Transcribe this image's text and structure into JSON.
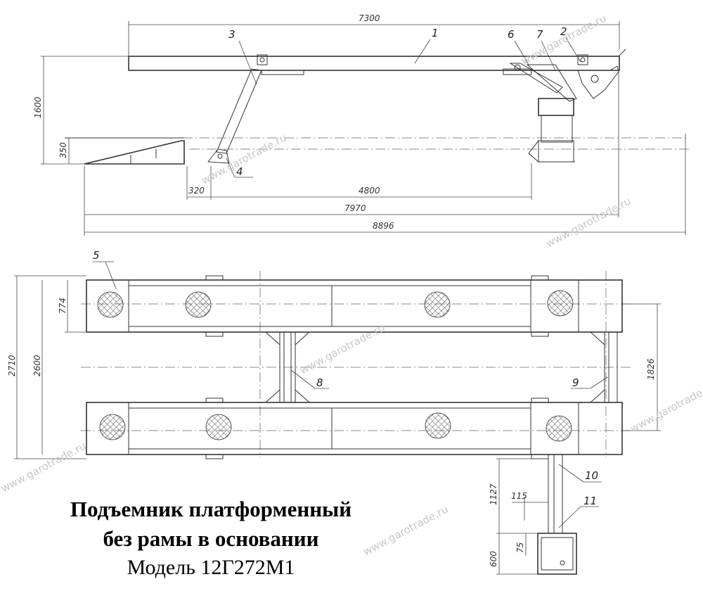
{
  "title": {
    "line1": "Подъемник платформенный",
    "line2": "без рамы в основании",
    "model": "Модель 12Г272М1"
  },
  "watermark": "www.garotrade.ru",
  "dimensions": {
    "overall_top": "7300",
    "height_side": "1600",
    "ramp_height": "350",
    "offset_320": "320",
    "span_4800": "4800",
    "len_7970": "7970",
    "len_8896": "8896",
    "width_774": "774",
    "width_2600": "2600",
    "width_2710": "2710",
    "track_1826": "1826",
    "arm_1127": "1127",
    "offset_115": "115",
    "box_75": "75",
    "box_600": "600"
  },
  "callouts": [
    "1",
    "2",
    "3",
    "4",
    "5",
    "6",
    "7",
    "8",
    "9",
    "10",
    "11"
  ]
}
